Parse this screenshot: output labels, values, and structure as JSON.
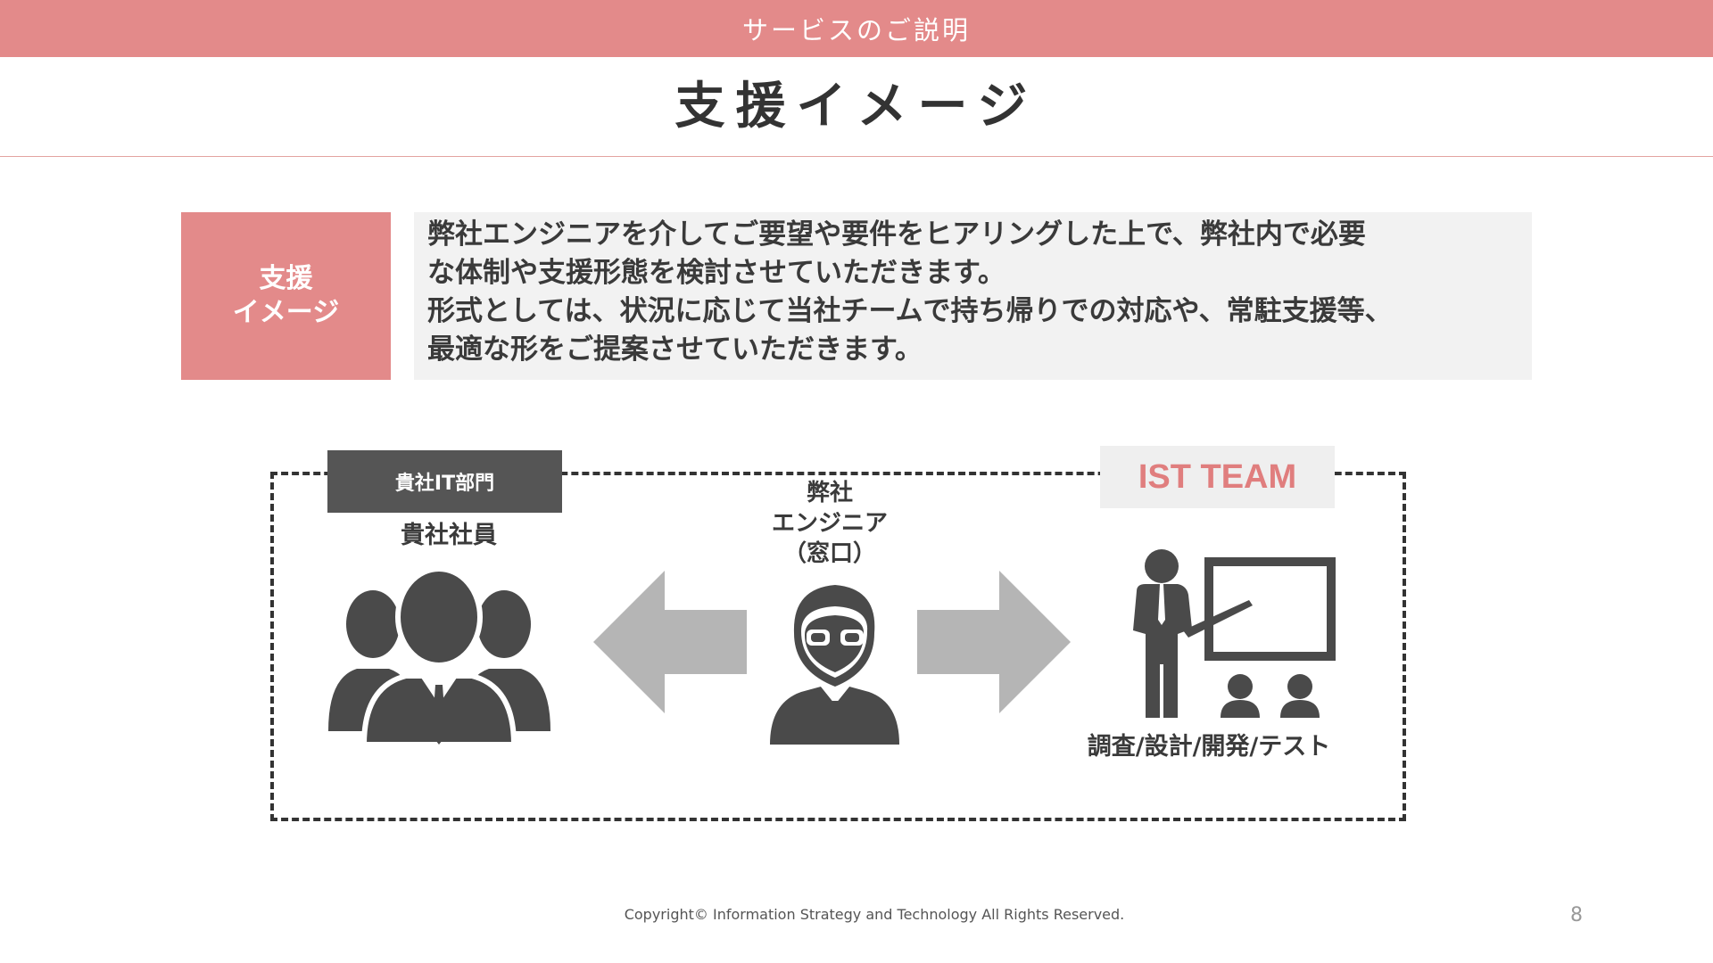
{
  "header": {
    "section": "サービスのご説明"
  },
  "slide": {
    "title": "支援イメージ"
  },
  "summary": {
    "label": "支援\nイメージ",
    "lines": [
      "弊社エンジニアを介してご要望や要件をヒアリングした上で、弊社内で必要",
      "な体制や支援形態を検討させていただきます。",
      "形式としては、状況に応じて当社チームで持ち帰りでの対応や、常駐支援等、",
      "最適な形をご提案させていただきます。"
    ]
  },
  "diagram": {
    "client_dept": "貴社IT部門",
    "client_staff": "貴社社員",
    "engineer": "弊社\nエンジニア\n（窓口）",
    "team": "IST TEAM",
    "team_work": "調査/設計/開発/テスト",
    "icons": {
      "group": "people-group-icon",
      "engineer": "engineer-glasses-icon",
      "presenter": "presentation-board-icon",
      "arrow_left": "arrow-left-icon",
      "arrow_right": "arrow-right-icon"
    },
    "colors": {
      "icon": "#4a4a4a",
      "arrow": "#b5b5b5",
      "accent": "#e38a8a"
    }
  },
  "footer": {
    "copyright": "Copyright© Information Strategy and Technology All Rights Reserved.",
    "page": "8"
  }
}
